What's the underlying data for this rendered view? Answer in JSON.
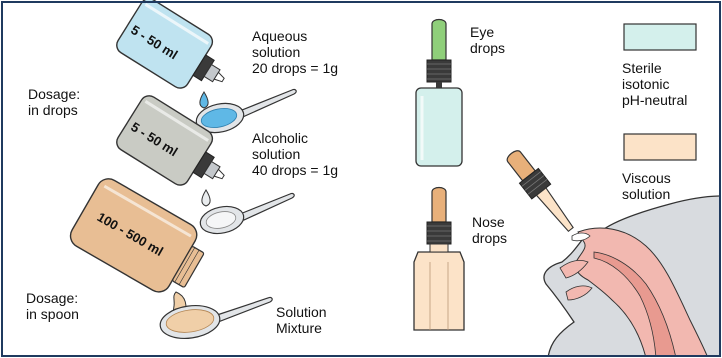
{
  "colors": {
    "border": "#1f3a5f",
    "aqueous_bottle": "#bfe3f0",
    "aqueous_liquid": "#5fb8e6",
    "alcoholic_bottle": "#c9cbc4",
    "alcoholic_liquid": "#e9ecee",
    "mixture_bottle": "#e8be94",
    "mixture_liquid": "#f0cfa8",
    "eye_bottle": "#d4f0ec",
    "nose_bottle": "#fce3c8",
    "dropper_bulb": "#e8b07a",
    "cap": "#3a3a3a",
    "metal": "#c4c8cc",
    "face_skin": "#d8dbdf",
    "nasal_tissue": "#f2b8b0"
  },
  "icons": [
    "dropper-bottle-icon",
    "spoon-icon",
    "eye-dropper-bottle-icon",
    "nose-dropper-bottle-icon",
    "pipette-icon",
    "face-profile-icon"
  ],
  "labels": {
    "dosage_drops": [
      "Dosage:",
      "in drops"
    ],
    "dosage_spoon": [
      "Dosage:",
      "in spoon"
    ],
    "aqueous": [
      "Aqueous",
      "solution",
      "20 drops = 1g"
    ],
    "alcoholic": [
      "Alcoholic",
      "solution",
      "40 drops = 1g"
    ],
    "mixture": [
      "Solution",
      "Mixture"
    ],
    "eye": [
      "Eye",
      "drops"
    ],
    "nose": [
      "Nose",
      "drops"
    ],
    "sterile": [
      "Sterile",
      "isotonic",
      "pH-neutral"
    ],
    "viscous": [
      "Viscous",
      "solution"
    ]
  },
  "bottle_volumes": {
    "aqueous": "5 - 50 ml",
    "alcoholic": "5 - 50 ml",
    "mixture": "100 - 500 ml"
  }
}
